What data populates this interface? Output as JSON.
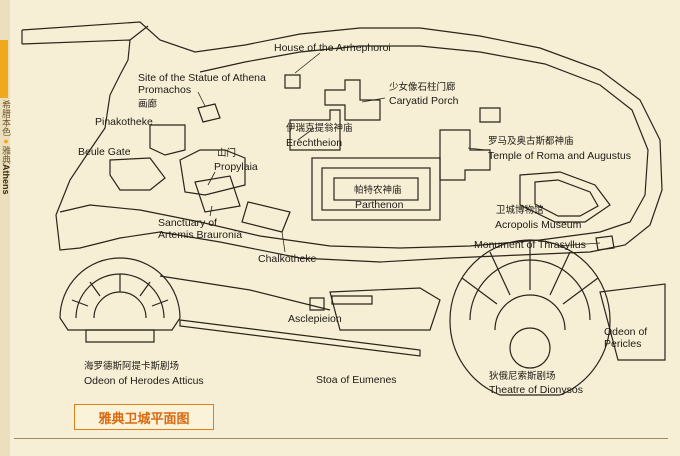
{
  "side_tab": {
    "cn_book": "希腊本色",
    "cn_city": "雅典",
    "en_city": "Athens"
  },
  "map_title": "雅典卫城平面图",
  "labels": {
    "house_arrhephoroi": "House of the Arrhephoroi",
    "statue_athena_1": "Site of the Statue of Athena",
    "statue_athena_2": "Promachos",
    "pinakotheke_cn": "画廊",
    "pinakotheke": "Pinakotheke",
    "caryatid_cn": "少女像石柱门廊",
    "caryatid": "Caryatid Porch",
    "erechtheion_cn": "伊瑞克提翁神庙",
    "erechtheion": "Erechtheion",
    "roma_cn": "罗马及奥古斯都神庙",
    "roma": "Temple of Roma and Augustus",
    "beule_gate": "Beule Gate",
    "propylaia_cn": "山门",
    "propylaia": "Propylaia",
    "parthenon_cn": "帕特农神庙",
    "parthenon": "Parthenon",
    "museum_cn": "卫城博物馆",
    "museum": "Acropolis Museum",
    "thrasyllus": "Monument of Thrasyllus",
    "artemis_1": "Sanctuary of",
    "artemis_2": "Artemis Brauronia",
    "chalkotheke": "Chalkotheke",
    "asclepieion": "Asclepieion",
    "odeon_pericles_1": "Odeon of",
    "odeon_pericles_2": "Pericles",
    "herodes_cn": "海罗德斯阿提卡斯剧场",
    "herodes": "Odeon of Herodes Atticus",
    "stoa": "Stoa of Eumenes",
    "dionysos_cn": "狄俄尼索斯剧场",
    "dionysos": "Theatre of Dionysos"
  },
  "colors": {
    "background": "#f6efd6",
    "ink": "#1e1a14",
    "accent_orange": "#e07f1a",
    "tab_yellow": "#f0a81c"
  }
}
